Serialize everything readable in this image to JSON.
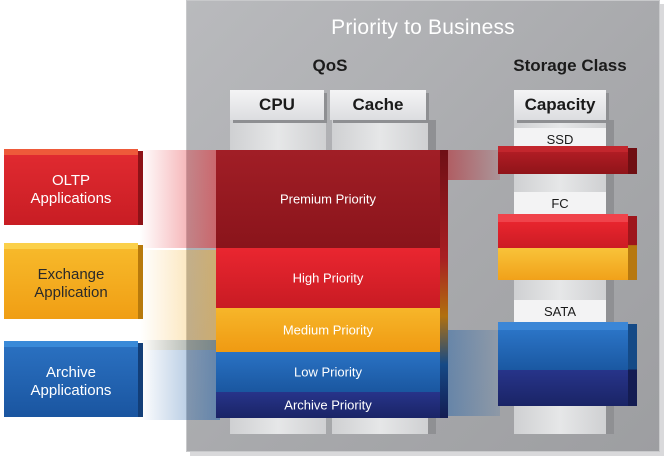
{
  "title": "Priority to Business",
  "groups": {
    "qos": "QoS",
    "storage": "Storage Class"
  },
  "columns": {
    "cpu": "CPU",
    "cache": "Cache",
    "capacity": "Capacity"
  },
  "storage_tiers": {
    "ssd": "SSD",
    "fc": "FC",
    "sata": "SATA"
  },
  "applications": [
    {
      "label": "OLTP Applications",
      "line1": "OLTP",
      "line2": "Applications",
      "color": "#d9242b"
    },
    {
      "label": "Exchange Application",
      "line1": "Exchange",
      "line2": "Application",
      "color": "#f5b81b"
    },
    {
      "label": "Archive Applications",
      "line1": "Archive",
      "line2": "Applications",
      "color": "#1b5fae"
    }
  ],
  "priorities": [
    {
      "label": "Premium Priority",
      "color": "#9e1b22"
    },
    {
      "label": "High Priority",
      "color": "#e2232b"
    },
    {
      "label": "Medium Priority",
      "color": "#f4a91a"
    },
    {
      "label": "Low Priority",
      "color": "#1c5ea8"
    },
    {
      "label": "Archive Priority",
      "color": "#202c7a"
    }
  ]
}
